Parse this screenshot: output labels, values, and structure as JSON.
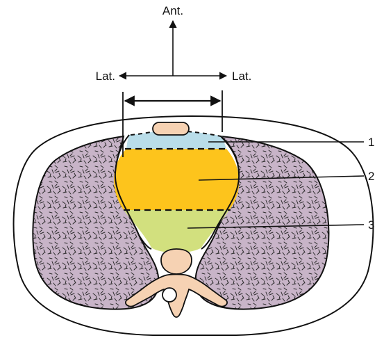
{
  "orientation": {
    "anterior_label": "Ant.",
    "lateral_left_label": "Lat.",
    "lateral_right_label": "Lat."
  },
  "callouts": [
    {
      "id": "1",
      "label": "1"
    },
    {
      "id": "2",
      "label": "2"
    },
    {
      "id": "3",
      "label": "3"
    }
  ],
  "colors": {
    "lung": "#c8b4c8",
    "region_1": "#b9dde9",
    "region_2": "#fdc41c",
    "region_3": "#d2e07e",
    "bone": "#f6d2b3",
    "outline": "#111111"
  }
}
